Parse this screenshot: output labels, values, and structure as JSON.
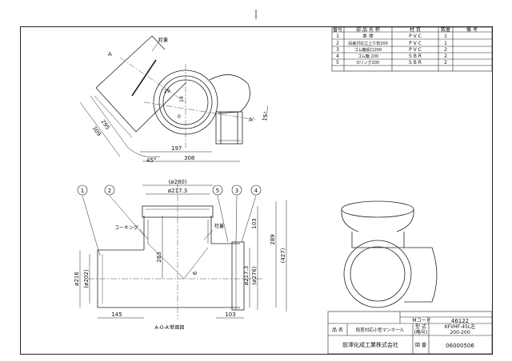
{
  "parts_table": {
    "headers": [
      "番号",
      "部 品 名 称",
      "材 質",
      "数量",
      "備 考"
    ],
    "rows": [
      {
        "no": "1",
        "name": "本 体",
        "material": "P V C",
        "qty": "1",
        "note": ""
      },
      {
        "no": "2",
        "name": "段差対応立上り管200",
        "material": "P V C",
        "qty": "1",
        "note": ""
      },
      {
        "no": "3",
        "name": "ゴム輪受口200",
        "material": "P V C",
        "qty": "2",
        "note": ""
      },
      {
        "no": "4",
        "name": "ゴム輪 200",
        "material": "S B R",
        "qty": "2",
        "note": ""
      },
      {
        "no": "5",
        "name": "Oリング200",
        "material": "S B R",
        "qty": "2",
        "note": ""
      }
    ]
  },
  "plan_view": {
    "labels": {
      "section_a": "A",
      "section_a_prime": "A'",
      "plug": "栓蓋"
    },
    "dims": {
      "d295": "295",
      "d309": "309",
      "d197": "197",
      "d308": "308",
      "angle45": "45°",
      "angle15": "15°",
      "r29": "29",
      "r19": "19",
      "r0": "0"
    }
  },
  "section_view": {
    "caption": "A-O-A'断面図",
    "balloons": [
      "1",
      "2",
      "5",
      "3",
      "4"
    ],
    "labels": {
      "caulking": "コーキング",
      "plug": "栓蓋"
    },
    "dims": {
      "d280": "(ø280)",
      "d217_top": "ø217.3",
      "d103_top": "103",
      "d289": "289",
      "d427": "(427)",
      "d283": "283",
      "d6": "6",
      "d217_right": "ø217.3",
      "d276": "(ø276)",
      "d216": "ø216",
      "d202": "(ø202)",
      "d145": "145",
      "d103_bottom": "103"
    }
  },
  "title_block": {
    "m_code_label": "Mコード",
    "m_code_value": "46122",
    "name_label": "品 名",
    "name_value": "段差対応小型マンホール",
    "model_label_1": "型 式",
    "model_label_2": "(略号)",
    "model_value_1": "KFVHF-45L左",
    "model_value_2": "200-200",
    "company": "前澤化成工業株式会社",
    "drawing_no_label": "図 番",
    "drawing_no_value": "06000506"
  }
}
